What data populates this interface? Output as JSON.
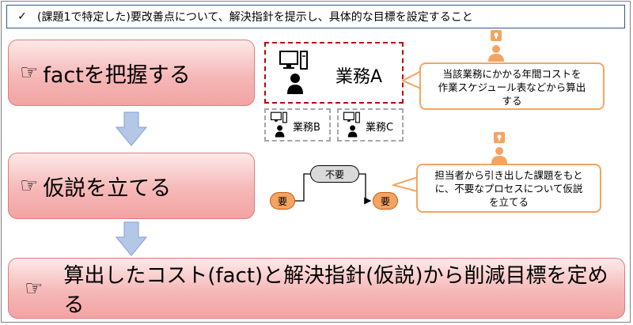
{
  "header": {
    "check": "✓",
    "text": "(課題1で特定した)要改善点について、解決指針を提示し、具体的な目標を設定すること"
  },
  "steps": [
    {
      "hand_icon": "pointing-hand-icon",
      "label": "factを把握する"
    },
    {
      "hand_icon": "pointing-hand-icon",
      "label": "仮説を立てる"
    },
    {
      "hand_icon": "pointing-hand-icon",
      "label": "算出したコスト(fact)と解決指針(仮説)から削減目標を定める"
    }
  ],
  "tasks": {
    "a": "業務A",
    "b": "業務B",
    "c": "業務C"
  },
  "callouts": {
    "cost": [
      "当該業務にかかる年間コストを",
      "作業スケジュール表などから算出",
      "する"
    ],
    "hypothesis": [
      "担当者から引き出した課題をもと",
      "に、不要なプロセスについて仮説",
      "を立てる"
    ]
  },
  "process": {
    "start": "要",
    "middle": "不要",
    "end": "要"
  },
  "colors": {
    "pill_border": "#e27b7b",
    "pill_fill": "#f6b8b8",
    "arrow_fill": "#b4c7e7",
    "arrow_stroke": "#8faadc",
    "callout_border": "#f4a460",
    "dashed_red": "#c00000",
    "node_orange": "#f4a460",
    "node_grey": "#d9d9d9"
  }
}
